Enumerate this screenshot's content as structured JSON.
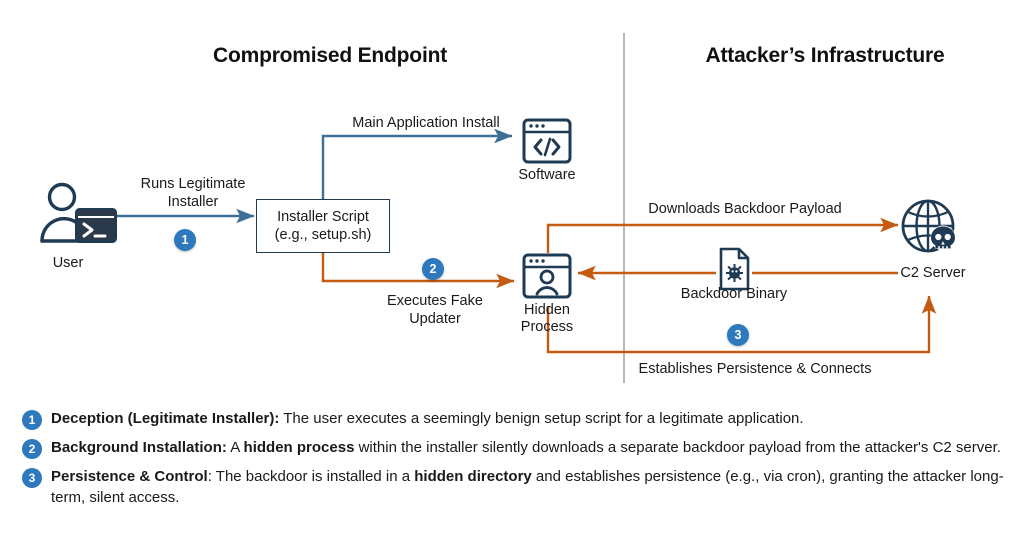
{
  "columns": {
    "left_title": "Compromised Endpoint",
    "right_title": "Attacker’s Infrastructure"
  },
  "nodes": {
    "user": {
      "label": "User",
      "icon": "user-terminal-icon"
    },
    "installer": {
      "line1": "Installer Script",
      "line2": "(e.g., setup.sh)",
      "icon": "process-box"
    },
    "software": {
      "label": "Software",
      "icon": "code-window-icon"
    },
    "hidden_process": {
      "line1": "Hidden",
      "line2": "Process",
      "icon": "window-person-icon"
    },
    "backdoor_binary": {
      "label": "Backdoor Binary",
      "icon": "file-bug-icon"
    },
    "c2_server": {
      "label": "C2 Server",
      "icon": "globe-skull-icon"
    }
  },
  "edges": {
    "runs_installer": {
      "line1": "Runs Legitimate",
      "line2": "Installer",
      "color": "#3c6e96",
      "step": "1"
    },
    "main_app_install": {
      "label": "Main Application Install",
      "color": "#3c6e96"
    },
    "executes_fake": {
      "line1": "Executes Fake",
      "line2": "Updater",
      "color": "#c55a11",
      "step": "2"
    },
    "downloads_payload": {
      "label": "Downloads Backdoor Payload",
      "color": "#c55a11"
    },
    "delivers_binary": {
      "label": "",
      "color": "#c55a11"
    },
    "establishes": {
      "label": "Establishes Persistence & Connects",
      "color": "#c55a11",
      "step": "3"
    }
  },
  "legend": [
    {
      "num": "1",
      "bold": "Deception (Legitimate Installer):",
      "rest": " The user executes a seemingly benign setup script for a legitimate application."
    },
    {
      "num": "2",
      "bold": "Background Installation:",
      "rest_a": " A ",
      "bold_b": "hidden process",
      "rest_b": " within the installer silently downloads a separate backdoor payload from the attacker's C2 server."
    },
    {
      "num": "3",
      "bold": "Persistence & Control",
      "rest_a": ": The backdoor is installed in a ",
      "bold_b": "hidden directory",
      "rest_b": " and establishes persistence (e.g., via cron), granting the attacker long-term, silent access."
    }
  ],
  "colors": {
    "blue_arrow": "#3c6e96",
    "orange_arrow": "#c55a11",
    "badge_blue": "#2e79bd",
    "ink": "#1f3b54",
    "divider": "#b9b9b9"
  }
}
